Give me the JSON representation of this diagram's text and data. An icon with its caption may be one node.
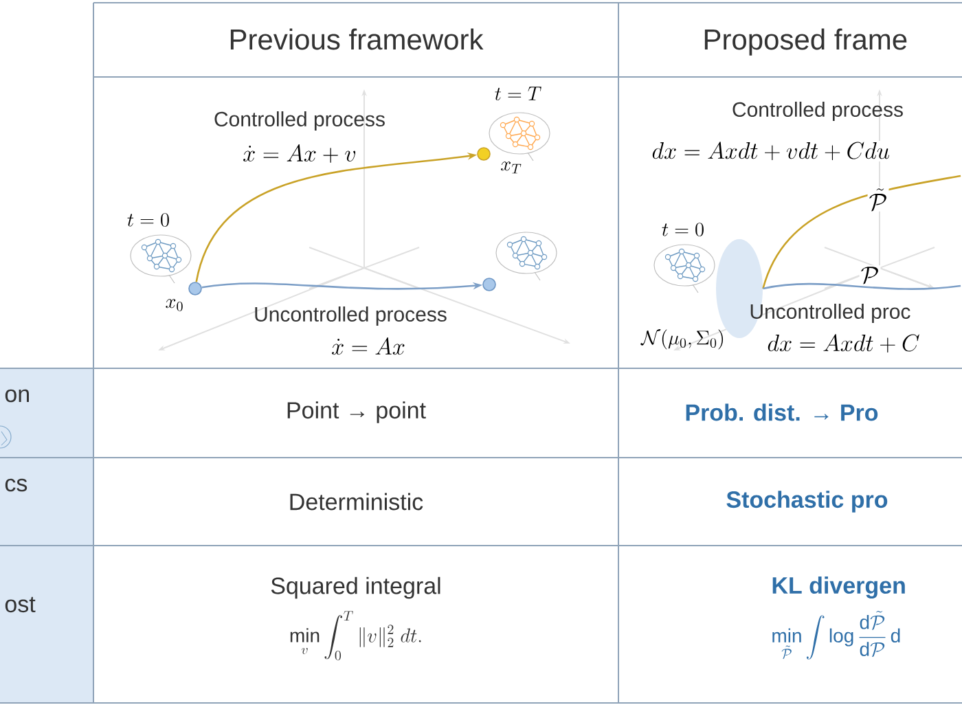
{
  "diagram": {
    "nodes": [
      {
        "text": [
          "Previous framework"
        ]
      },
      {
        "text": [
          "Proposed frame"
        ]
      },
      {
        "text": [
          "on"
        ]
      },
      {
        "text": [
          "Point → point"
        ]
      },
      {
        "text": [
          "Prob. dist. → Pro"
        ]
      },
      {
        "text": [
          "cs"
        ]
      },
      {
        "text": [
          "Deterministic"
        ]
      },
      {
        "text": [
          "Stochastic pro"
        ]
      },
      {
        "text": [
          "ost"
        ]
      },
      {
        "text": [
          "Squared integral",
          "\\min_v \\int_0^T \\|v\\|_2^2 \\; dt."
        ]
      },
      {
        "text": [
          "KL divergen",
          "\\min_{\\tilde{\\mathcal{P}}} \\int \\log \\frac{\\mathrm{d}\\tilde{\\mathcal{P}}}{\\mathrm{d}\\mathcal{P}}\\,\\mathrm{d}"
        ]
      },
      {
        "text": [],
        "shape": "picture",
        "beside": [
          "t = 0"
        ]
      },
      {
        "text": [],
        "shape": "circle",
        "beside": [
          "x_0"
        ]
      },
      {
        "text": [],
        "shape": "circle",
        "beside": [
          "x_T"
        ]
      },
      {
        "text": [],
        "shape": "picture",
        "beside": [
          "t = T"
        ]
      },
      {
        "text": [],
        "shape": "circle"
      },
      {
        "text": [],
        "shape": "picture"
      },
      {
        "text": [],
        "shape": "picture",
        "beside": [
          "t = 0"
        ]
      },
      {
        "text": [],
        "shape": "ellipse",
        "beside": [
          "\\mathcal{N}(\\mu_0, \\Sigma_0)"
        ]
      }
    ],
    "edges": [
      {
        "from": 12,
        "to": 13,
        "arrow": "to",
        "color": "#c9a227"
      },
      {
        "from": 12,
        "to": 15,
        "arrow": "to",
        "color": "#7d9fc7"
      },
      {
        "from": 18,
        "to": null,
        "arrow": "none",
        "color": "#c9a227"
      },
      {
        "from": 18,
        "to": null,
        "arrow": "none",
        "color": "#7d9fc7"
      }
    ],
    "labels": [
      "Controlled process",
      "\\dot{x} = Ax + v",
      "Uncontrolled process",
      "\\dot{x} = Ax",
      "Controlled process",
      "dx = Axdt + vdt + Cdu",
      "\\tilde{\\mathcal{P}}",
      "\\mathcal{P}",
      "Uncontrolled proc",
      "dx = Axdt + C"
    ]
  }
}
